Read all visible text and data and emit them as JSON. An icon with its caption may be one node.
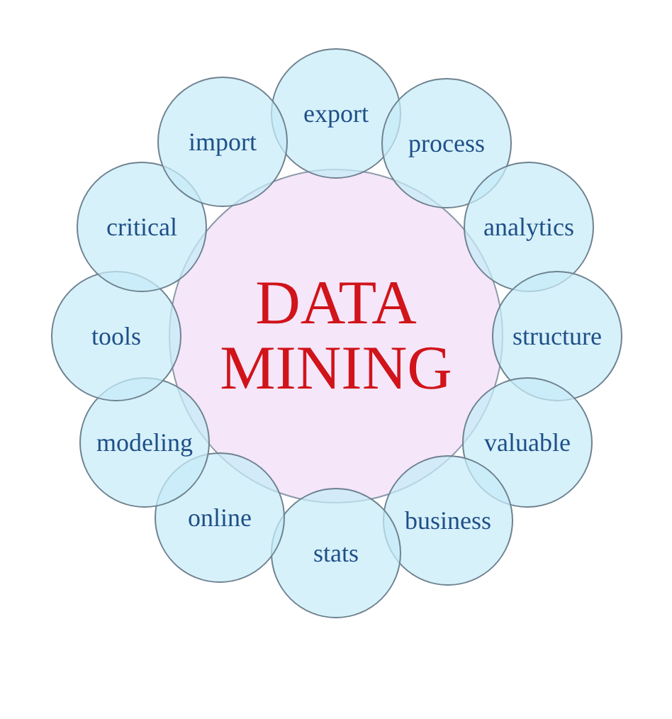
{
  "diagram": {
    "nodes": [
      {
        "text": [
          "DATA MINING"
        ]
      },
      {
        "text": [
          "export"
        ]
      },
      {
        "text": [
          "process"
        ]
      },
      {
        "text": [
          "analytics"
        ]
      },
      {
        "text": [
          "structure"
        ]
      },
      {
        "text": [
          "valuable"
        ]
      },
      {
        "text": [
          "business"
        ]
      },
      {
        "text": [
          "stats"
        ]
      },
      {
        "text": [
          "online"
        ]
      },
      {
        "text": [
          "modeling"
        ]
      },
      {
        "text": [
          "tools"
        ]
      },
      {
        "text": [
          "critical"
        ]
      },
      {
        "text": [
          "import"
        ]
      }
    ]
  }
}
